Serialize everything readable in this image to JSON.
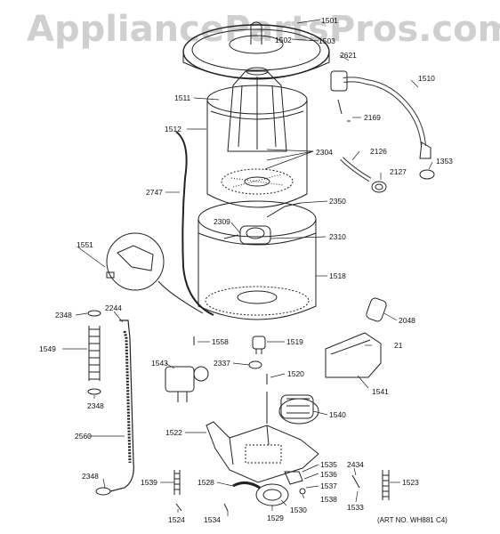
{
  "watermark": "AppliancePartsPros.com",
  "art_number": "(ART NO. WH881 C4)",
  "callouts": {
    "c1501": "1501",
    "c1502": "1502",
    "c1503": "1503",
    "c2621": "2621",
    "c1510": "1510",
    "c1511": "1511",
    "c2169": "2169",
    "c1512": "1512",
    "c2304": "2304",
    "c2126": "2126",
    "c1353": "1353",
    "c2127": "2127",
    "c2747": "2747",
    "c2350": "2350",
    "c2309": "2309",
    "c2310": "2310",
    "c1551": "1551",
    "c1518": "1518",
    "c2348a": "2348",
    "c2244": "2244",
    "c2048": "2048",
    "c1549": "1549",
    "c1558": "1558",
    "c1519": "1519",
    "c21": "21",
    "c1543": "1543",
    "c2337": "2337",
    "c1520": "1520",
    "c1541": "1541",
    "c2348b": "2348",
    "c1540": "1540",
    "c1522": "1522",
    "c2560": "2560",
    "c1535": "1535",
    "c2434": "2434",
    "c1536": "1536",
    "c2348c": "2348",
    "c1539": "1539",
    "c1528": "1528",
    "c1537": "1537",
    "c1523": "1523",
    "c1538": "1538",
    "c1524": "1524",
    "c1534": "1534",
    "c1529": "1529",
    "c1530": "1530",
    "c1533": "1533"
  }
}
